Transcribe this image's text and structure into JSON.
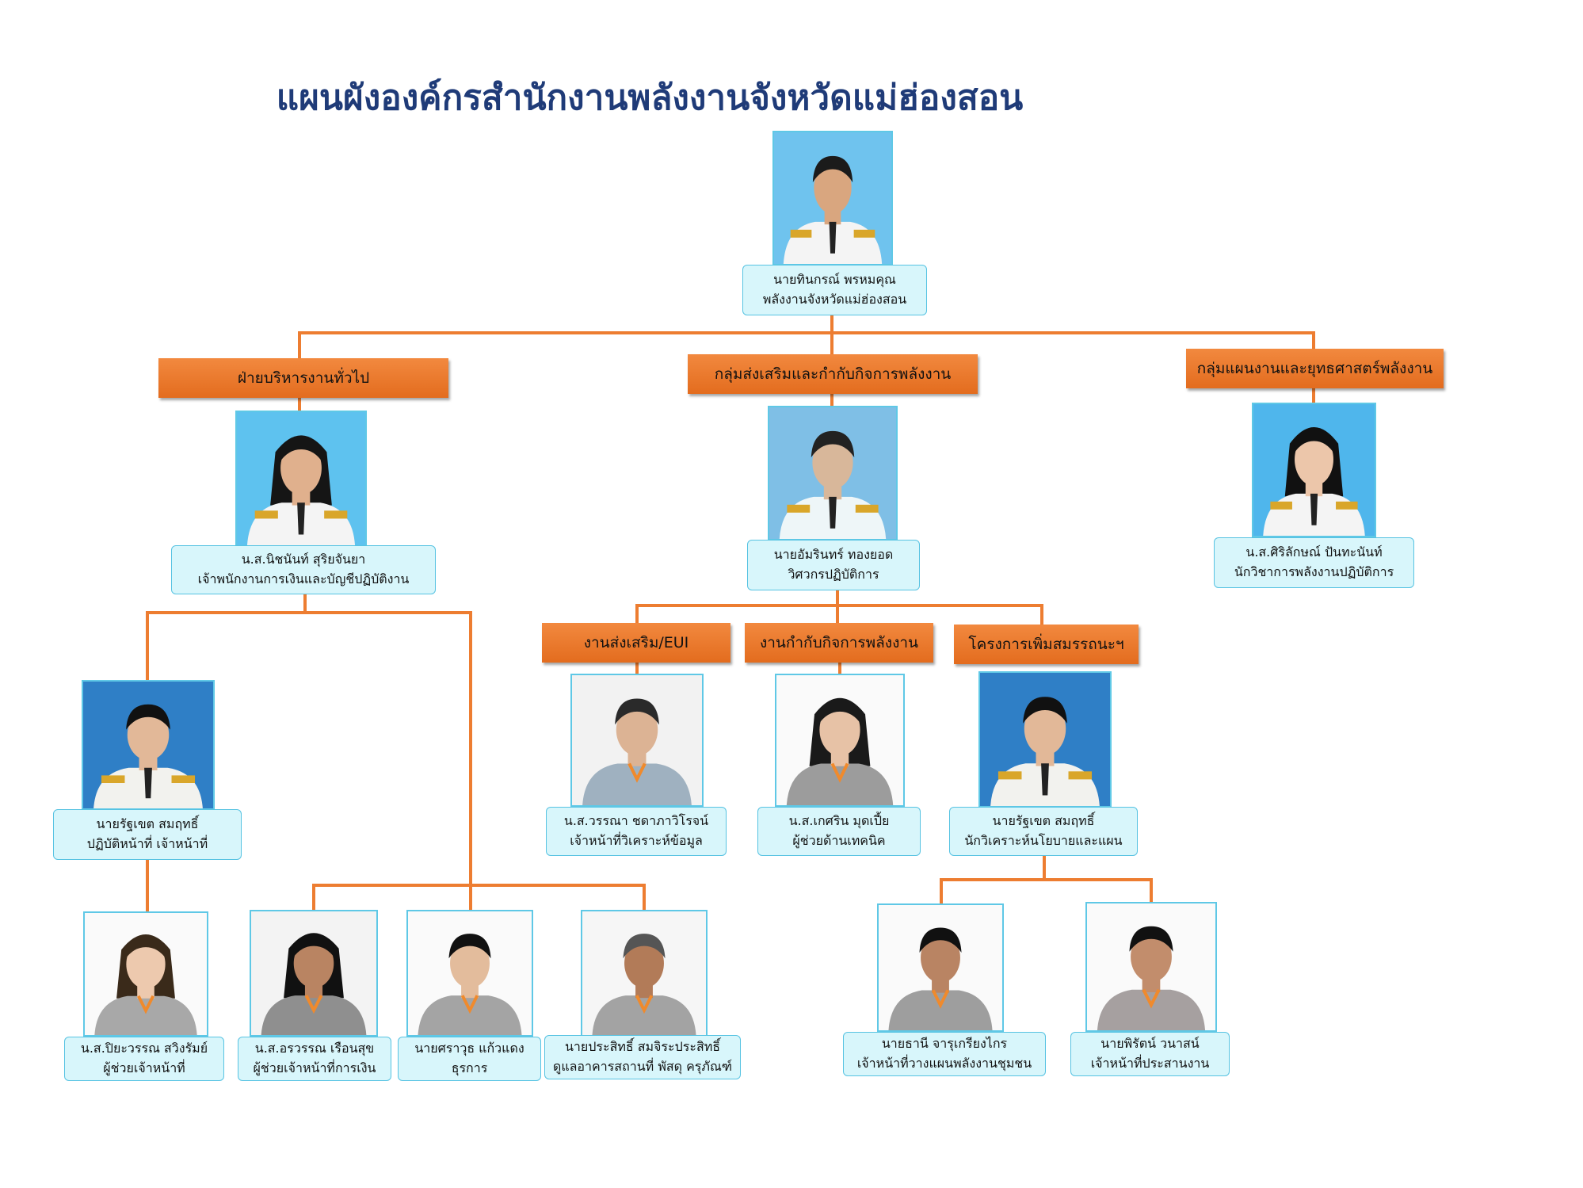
{
  "title": "แผนผังองค์กรสำนักงานพลังงานจังหวัดแม่ฮ่องสอน",
  "colors": {
    "connector": "#ed7d31",
    "header_bg": "#ee7a2b",
    "label_bg": "#d8f6fb",
    "label_border": "#57c3e2",
    "title": "#1f3b78"
  },
  "director": {
    "name": "นายทินกรณ์  พรหมคุณ",
    "position": "พลังงานจังหวัดแม่ฮ่องสอน"
  },
  "groups": {
    "admin": {
      "header": "ฝ่ายบริหารงานทั่วไป",
      "head": {
        "name": "น.ส.นิชนันท์ สุริยจันยา",
        "position": "เจ้าพนักงานการเงินและบัญชีปฏิบัติงาน"
      }
    },
    "promotion": {
      "header": "กลุ่มส่งเสริมและกำกับกิจการพลังงาน",
      "head": {
        "name": "นายอัมรินทร์  ทองยอด",
        "position": "วิศวกรปฏิบัติการ"
      }
    },
    "planning": {
      "header": "กลุ่มแผนงานและยุทธศาสตร์พลังงาน",
      "head": {
        "name": "น.ส.ศิริลักษณ์  ปันทะนันท์",
        "position": "นักวิชาการพลังงานปฏิบัติการ"
      }
    }
  },
  "units": [
    {
      "header": "งานส่งเสริม/EUI"
    },
    {
      "header": "งานกำกับกิจการพลังงาน"
    },
    {
      "header": "โครงการเพิ่มสมรรถนะฯ"
    }
  ],
  "staff": {
    "ratthakhet_admin": {
      "name": "นายรัฐเขต สมฤทธิ์",
      "position": "ปฏิบัติหน้าที่ เจ้าหน้าที่"
    },
    "wanna": {
      "name": "น.ส.วรรณา ชดาภาวิโรจน์",
      "position": "เจ้าหน้าที่วิเคราะห์ข้อมูล"
    },
    "ketsarin": {
      "name": "น.ส.เกศริน มุดเปี้ย",
      "position": "ผู้ช่วยด้านเทคนิค"
    },
    "ratthakhet_proj": {
      "name": "นายรัฐเขต สมฤทธิ์",
      "position": "นักวิเคราะห์นโยบายและแผน"
    },
    "piyawan": {
      "name": "น.ส.ปิยะวรรณ สวิงรัมย์",
      "position": "ผู้ช่วยเจ้าหน้าที่"
    },
    "orawan": {
      "name": "น.ส.อรวรรณ เรือนสุข",
      "position": "ผู้ช่วยเจ้าหน้าที่การเงิน"
    },
    "sarawut": {
      "name": "นายศราวุธ  แก้วแดง",
      "position": "ธุรการ"
    },
    "prasit": {
      "name": "นายประสิทธิ์ สมจิระประสิทธิ์",
      "position": "ดูแลอาคารสถานที่ พัสดุ ครุภัณฑ์"
    },
    "thanee": {
      "name": "นายธานี  จารุเกรียงไกร",
      "position": "เจ้าหน้าที่วางแผนพลังงานชุมชน"
    },
    "phirat": {
      "name": "นายพิรัตน์  วนาสน์",
      "position": "เจ้าหน้าที่ประสานงาน"
    }
  }
}
